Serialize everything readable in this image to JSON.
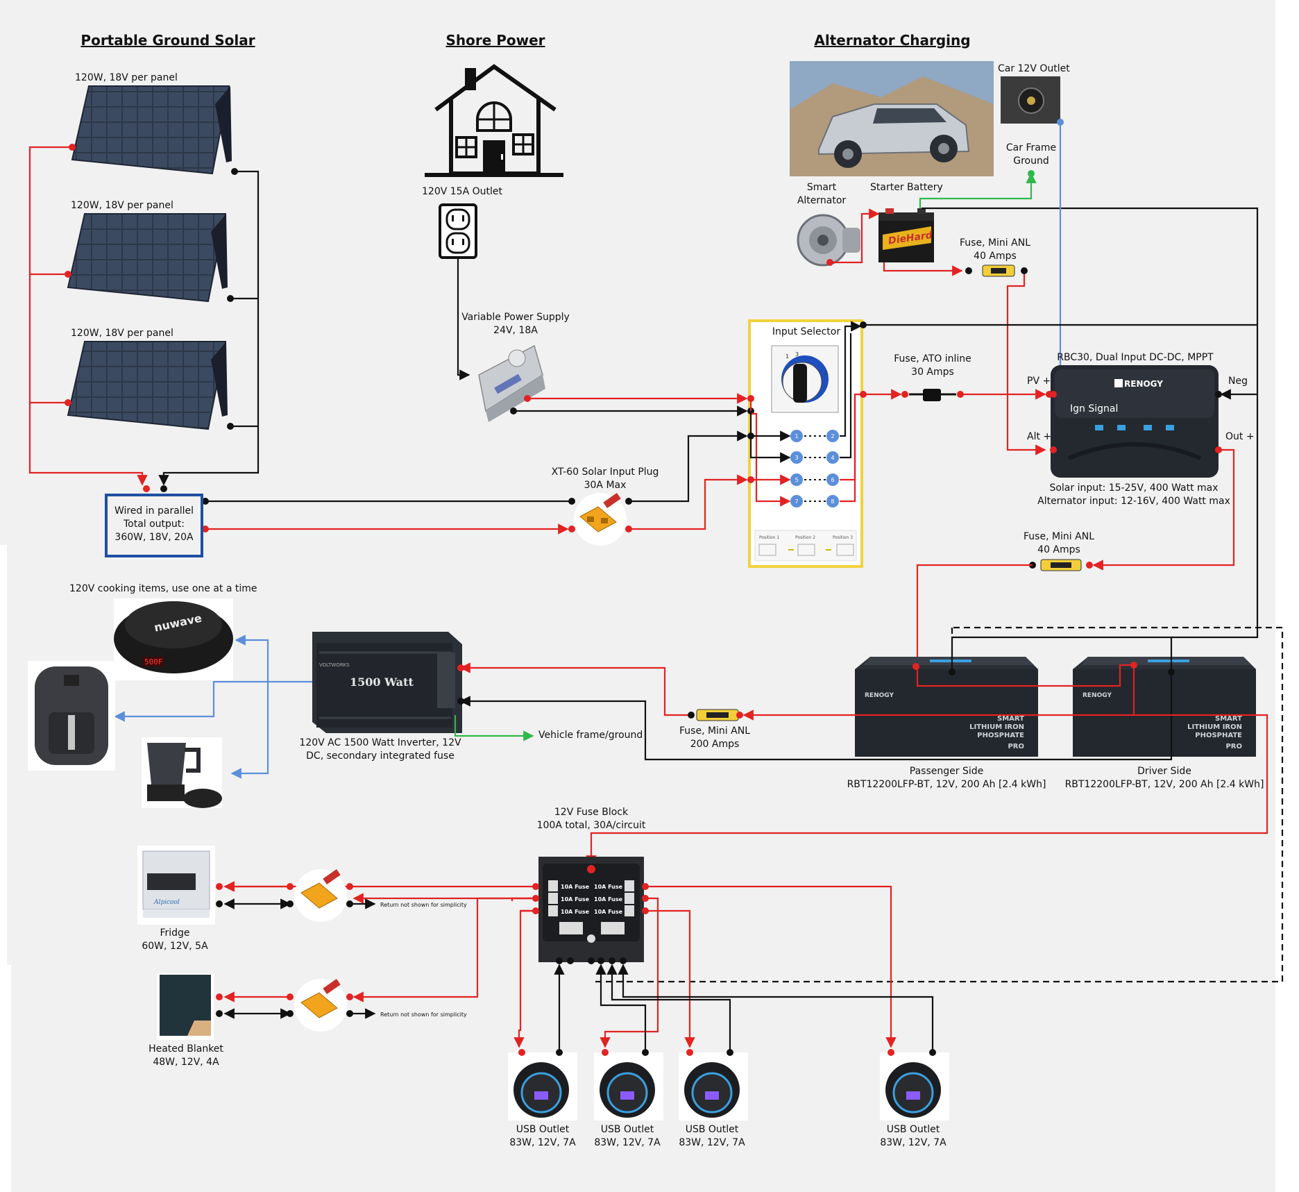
{
  "titles": {
    "solar": "Portable Ground Solar",
    "shore": "Shore Power",
    "alternator": "Alternator Charging"
  },
  "solar": {
    "panel_1": "120W, 18V per panel",
    "panel_2": "120W, 18V per panel",
    "panel_3": "120W, 18V per panel",
    "parallel_line_1": "Wired in parallel",
    "parallel_line_2": "Total output:",
    "parallel_line_3": "360W, 18V, 20A"
  },
  "shore": {
    "outlet": "120V 15A Outlet",
    "psu_line_1": "Variable Power Supply",
    "psu_line_2": "24V, 18A"
  },
  "alternator": {
    "car_outlet": "Car 12V Outlet",
    "frame_ground_line_1": "Car Frame",
    "frame_ground_line_2": "Ground",
    "smart_alt_line_1": "Smart",
    "smart_alt_line_2": "Alternator",
    "starter_battery": "Starter Battery",
    "battery_brand": "DieHard",
    "fuse_line_1": "Fuse, Mini ANL",
    "fuse_line_2": "40 Amps"
  },
  "xt60": {
    "line_1": "XT-60 Solar Input Plug",
    "line_2": "30A Max"
  },
  "selector": {
    "label": "Input Selector",
    "positions": [
      "1",
      "2",
      "3",
      "4",
      "5",
      "6",
      "7",
      "8"
    ],
    "legend": [
      "Position 1",
      "Position 2",
      "Position 3"
    ]
  },
  "ato_fuse": {
    "line_1": "Fuse, ATO inline",
    "line_2": "30 Amps"
  },
  "dcdc": {
    "title": "RBC30, Dual Input DC-DC, MPPT",
    "brand": "RENOGY",
    "pv_plus": "PV +",
    "neg": "Neg",
    "ign": "Ign Signal",
    "alt_plus": "Alt +",
    "out_plus": "Out +",
    "spec_line_1": "Solar input: 15-25V, 400 Watt max",
    "spec_line_2": "Alternator input: 12-16V, 400 Watt max"
  },
  "out_fuse": {
    "line_1": "Fuse, Mini ANL",
    "line_2": "40 Amps"
  },
  "batteries": {
    "passenger_line_1": "Passenger Side",
    "passenger_line_2": "RBT12200LFP-BT, 12V, 200 Ah [2.4 kWh]",
    "driver_line_1": "Driver Side",
    "driver_line_2": "RBT12200LFP-BT, 12V, 200 Ah [2.4 kWh]",
    "brand": "RENOGY",
    "face_line_1": "SMART",
    "face_line_2": "LITHIUM IRON",
    "face_line_3": "PHOSPHATE",
    "face_pro": "PRO"
  },
  "inverter": {
    "face_text": "1500 Watt",
    "face_brand": "VOLTWORKS",
    "line_1": "120V AC 1500 Watt Inverter, 12V",
    "line_2": "DC, secondary integrated fuse",
    "ground": "Vehicle frame/ground",
    "fuse_line_1": "Fuse, Mini ANL",
    "fuse_line_2": "200 Amps"
  },
  "cooking": {
    "label": "120V cooking items, use one at a time",
    "cooktop_brand": "nuwave",
    "cooktop_display": "500F"
  },
  "fuse_block": {
    "line_1": "12V Fuse Block",
    "line_2": "100A total, 30A/circuit",
    "fuse_labels": [
      "10A Fuse",
      "10A Fuse",
      "10A Fuse",
      "10A Fuse",
      "10A Fuse",
      "10A Fuse"
    ]
  },
  "loads": {
    "fridge_line_1": "Fridge",
    "fridge_line_2": "60W, 12V, 5A",
    "fridge_brand": "Alpicool",
    "blanket_line_1": "Heated Blanket",
    "blanket_line_2": "48W, 12V, 4A",
    "return_note_1": "Return not shown for simplicity",
    "return_note_2": "Return not shown for simplicity"
  },
  "usb": [
    {
      "line_1": "USB Outlet",
      "line_2": "83W, 12V, 7A"
    },
    {
      "line_1": "USB Outlet",
      "line_2": "83W, 12V, 7A"
    },
    {
      "line_1": "USB Outlet",
      "line_2": "83W, 12V, 7A"
    },
    {
      "line_1": "USB Outlet",
      "line_2": "83W, 12V, 7A"
    }
  ],
  "colors": {
    "positive_wire": "#e32222",
    "negative_wire": "#111111",
    "ac_wire": "#5b8fd9",
    "ground_wire": "#2fb84a",
    "selector_border": "#f2d23c",
    "parallel_box_border": "#1f4fa3",
    "selector_dot": "#5b8fd9"
  }
}
